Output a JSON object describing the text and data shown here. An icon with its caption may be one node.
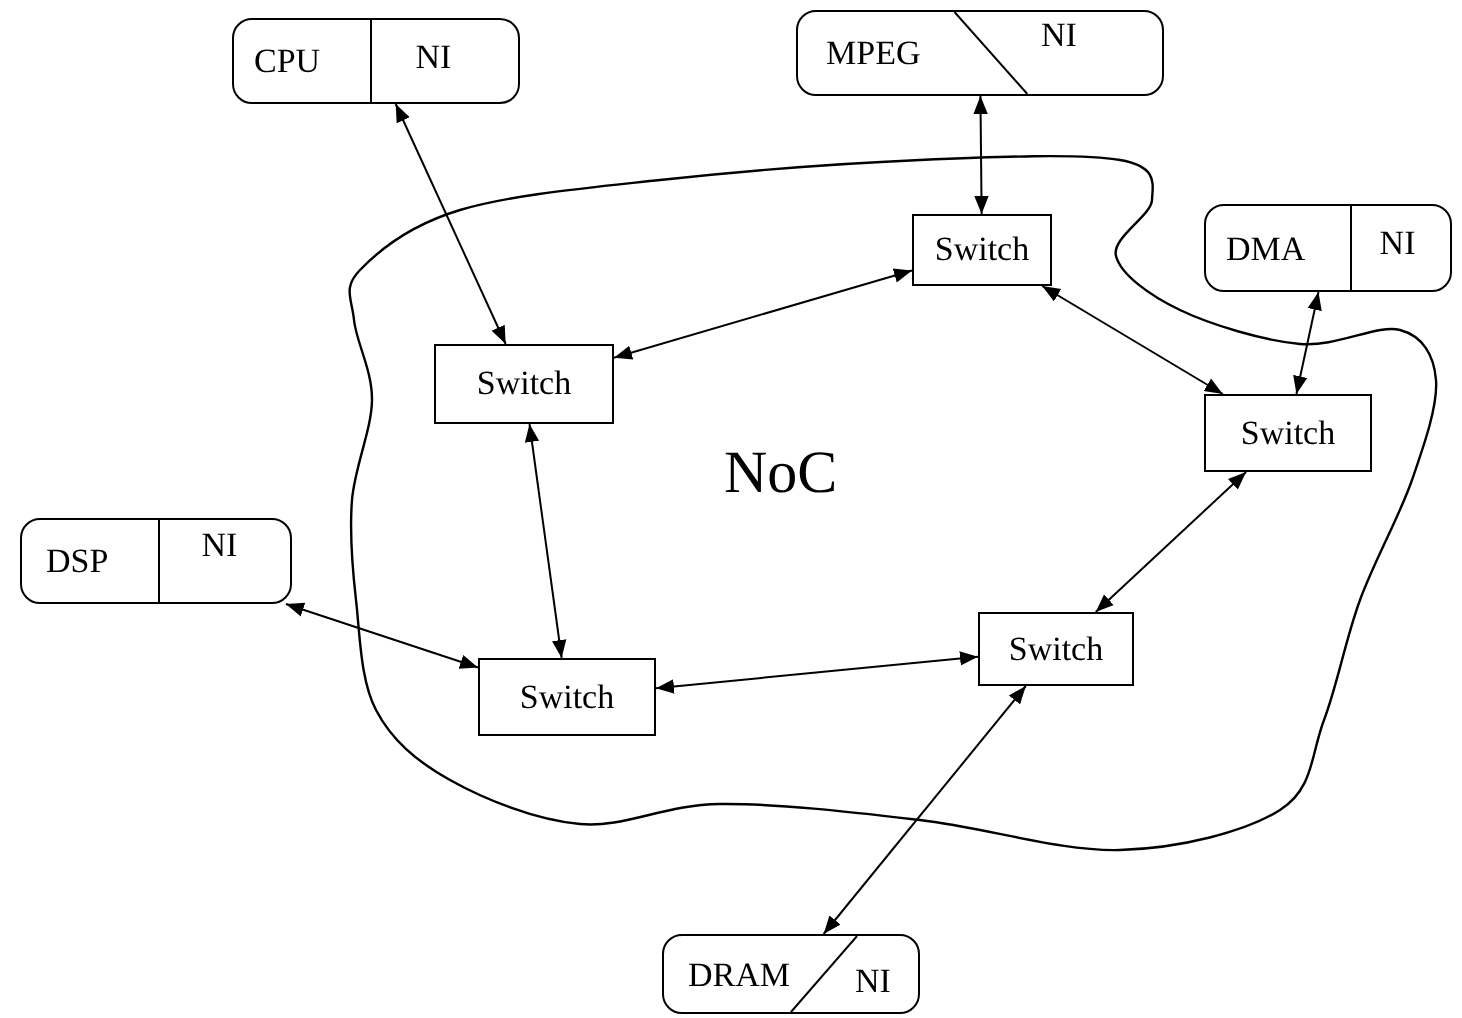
{
  "diagram": {
    "nodes": [
      {
        "text": [
          "CPU",
          "NI"
        ]
      },
      {
        "text": [
          "MPEG",
          "NI"
        ]
      },
      {
        "text": [
          "NoC"
        ]
      },
      {
        "text": [
          "Switch"
        ],
        "in": 2
      },
      {
        "text": [
          "DMA",
          "NI"
        ]
      },
      {
        "text": [
          "Switch"
        ],
        "in": 2
      },
      {
        "text": [
          "Switch"
        ],
        "in": 2
      },
      {
        "text": [
          "DSP",
          "NI"
        ]
      },
      {
        "text": [
          "Switch"
        ],
        "in": 2
      },
      {
        "text": [
          "Switch"
        ],
        "in": 2
      },
      {
        "text": [
          "DRAM",
          "NI"
        ]
      }
    ],
    "edges": [
      {
        "from": 0,
        "to": 5,
        "arrow": "both"
      },
      {
        "from": 1,
        "to": 3,
        "arrow": "both"
      },
      {
        "from": 5,
        "to": 3,
        "arrow": "both"
      },
      {
        "from": 3,
        "to": 6,
        "arrow": "both"
      },
      {
        "from": 4,
        "to": 6,
        "arrow": "both"
      },
      {
        "from": 5,
        "to": 9,
        "arrow": "both"
      },
      {
        "from": 7,
        "to": 9,
        "arrow": "both"
      },
      {
        "from": 9,
        "to": 8,
        "arrow": "both"
      },
      {
        "from": 6,
        "to": 8,
        "arrow": "both"
      },
      {
        "from": 8,
        "to": 10,
        "arrow": "both"
      }
    ]
  }
}
